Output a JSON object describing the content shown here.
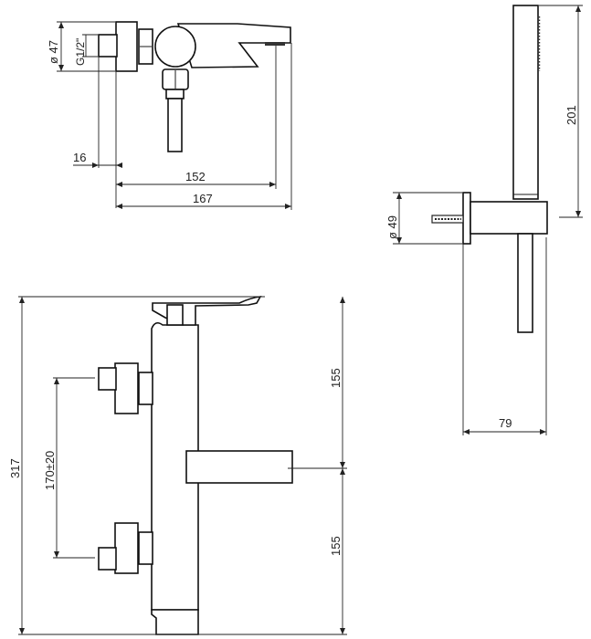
{
  "drawing": {
    "type": "technical-dimension-drawing",
    "subject": "wall-mounted bath/shower mixer with hand shower",
    "units": "mm"
  },
  "side_view": {
    "diameter_label": "ø 47",
    "thread_label": "G1/2\"",
    "offset_label": "16",
    "spout_reach_label": "152",
    "total_depth_label": "167"
  },
  "hand_shower_view": {
    "diameter_label": "ø 49",
    "height_label": "201",
    "depth_label": "79"
  },
  "front_view": {
    "total_height_label": "317",
    "inlet_spacing_label": "170±20",
    "upper_height_label": "155",
    "lower_height_label": "155"
  }
}
